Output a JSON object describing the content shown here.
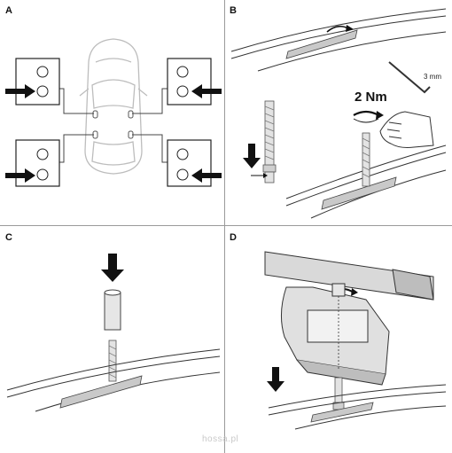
{
  "panels": {
    "a": {
      "label": "A"
    },
    "b": {
      "label": "B",
      "torque": "2 Nm",
      "hex_key_size": "3 mm"
    },
    "c": {
      "label": "C"
    },
    "d": {
      "label": "D"
    }
  },
  "watermark": "hossa.pl"
}
